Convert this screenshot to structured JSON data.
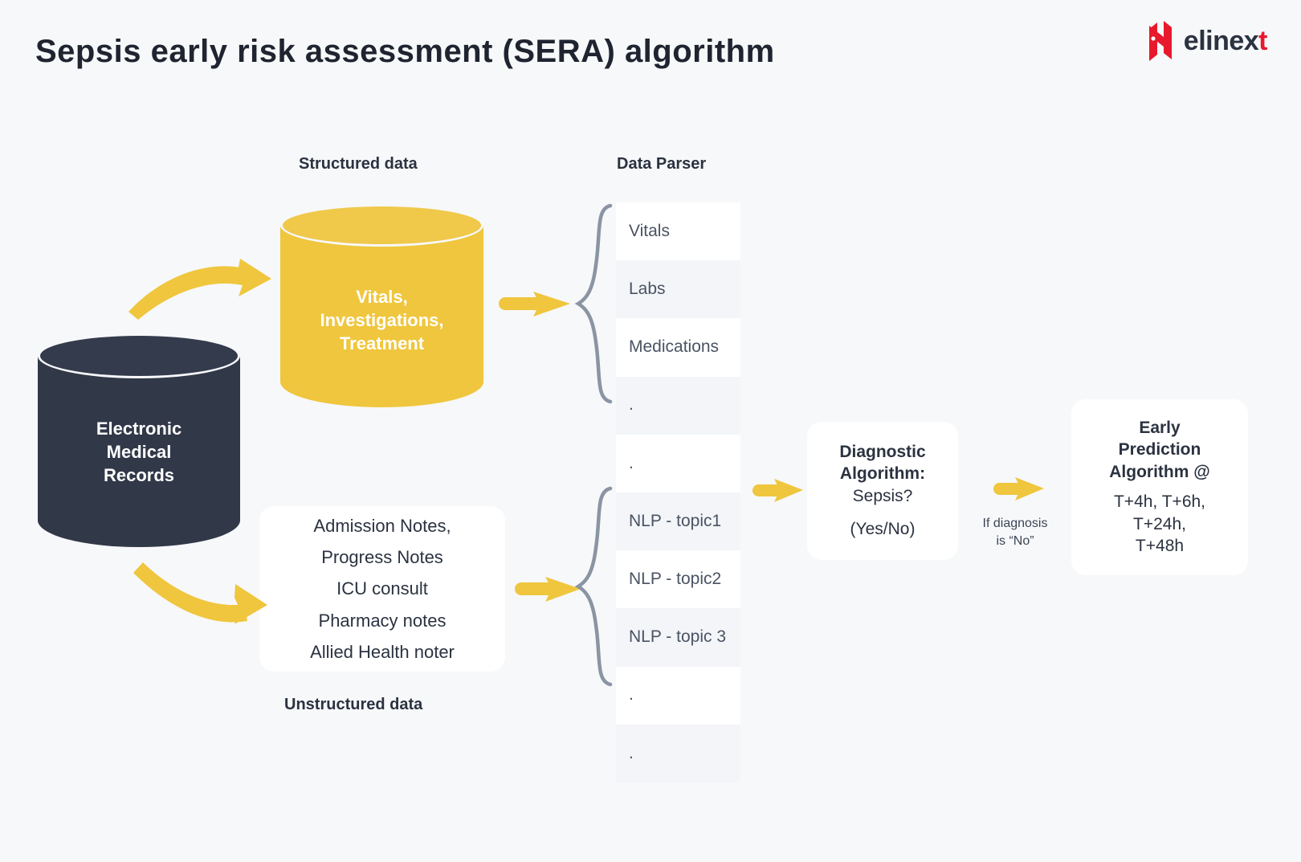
{
  "header": {
    "title": "Sepsis early risk assessment (SERA) algorithm",
    "logo": {
      "mark": "elinext-n-mark-icon",
      "text_main": "elinex",
      "text_accent": "t",
      "accent_color": "#e8192c"
    }
  },
  "colors": {
    "background": "#f7f8fa",
    "accent_yellow": "#efc63d",
    "dark_navy": "#313848",
    "card_white": "#ffffff",
    "row_alt": "#f3f5f8",
    "brace_gray": "#8b94a3",
    "text_dark": "#2b3240",
    "text_muted": "#4a5364",
    "brand_red": "#e8192c"
  },
  "captions": {
    "structured": "Structured data",
    "parser": "Data Parser",
    "unstructured": "Unstructured data"
  },
  "nodes": {
    "emr": {
      "type": "cylinder",
      "label_lines": [
        "Electronic",
        "Medical",
        "Records"
      ],
      "label": "Electronic Medical Records",
      "fill": "#313848"
    },
    "structured_store": {
      "type": "cylinder",
      "label_lines": [
        "Vitals,",
        "Investigations,",
        "Treatment"
      ],
      "label": "Vitals, Investigations, Treatment",
      "fill": "#efc63d"
    },
    "unstructured_box": {
      "type": "card",
      "lines": [
        "Admission Notes,",
        "Progress Notes",
        "ICU consult",
        "Pharmacy notes",
        "Allied Health noter"
      ]
    },
    "diagnostic": {
      "type": "card",
      "title_line1": "Diagnostic",
      "title_line2": "Algorithm:",
      "subtitle": "Sepsis?",
      "result": "(Yes/No)"
    },
    "early_prediction": {
      "type": "card",
      "title_line1": "Early",
      "title_line2": "Prediction",
      "title_line3": "Algorithm @",
      "times_line1": "T+4h, T+6h,",
      "times_line2": "T+24h,",
      "times_line3": "T+48h"
    }
  },
  "parser_rows": [
    {
      "text": "Vitals",
      "shade": "plain",
      "group": "structured"
    },
    {
      "text": "Labs",
      "shade": "alt",
      "group": "structured"
    },
    {
      "text": "Medications",
      "shade": "plain",
      "group": "structured"
    },
    {
      "text": ".",
      "shade": "alt",
      "group": "structured"
    },
    {
      "text": ".",
      "shade": "plain",
      "group": "structured"
    },
    {
      "text": "NLP - topic1",
      "shade": "alt",
      "group": "unstructured"
    },
    {
      "text": "NLP - topic2",
      "shade": "plain",
      "group": "unstructured"
    },
    {
      "text": "NLP - topic 3",
      "shade": "alt",
      "group": "unstructured"
    },
    {
      "text": ".",
      "shade": "plain",
      "group": "unstructured"
    },
    {
      "text": ".",
      "shade": "alt",
      "group": "unstructured"
    }
  ],
  "connectors": {
    "emr_to_structured": "curved-arrow-up-right",
    "emr_to_unstructured": "curved-arrow-down-right",
    "structured_to_parser": "straight-arrow-right",
    "unstructured_to_parser": "straight-arrow-right",
    "parser_to_diagnostic": "straight-arrow-right",
    "diagnostic_to_early": "straight-arrow-right",
    "if_no_label_line1": "If diagnosis",
    "if_no_label_line2": "is “No”",
    "if_no_label": "If diagnosis is “No”"
  }
}
